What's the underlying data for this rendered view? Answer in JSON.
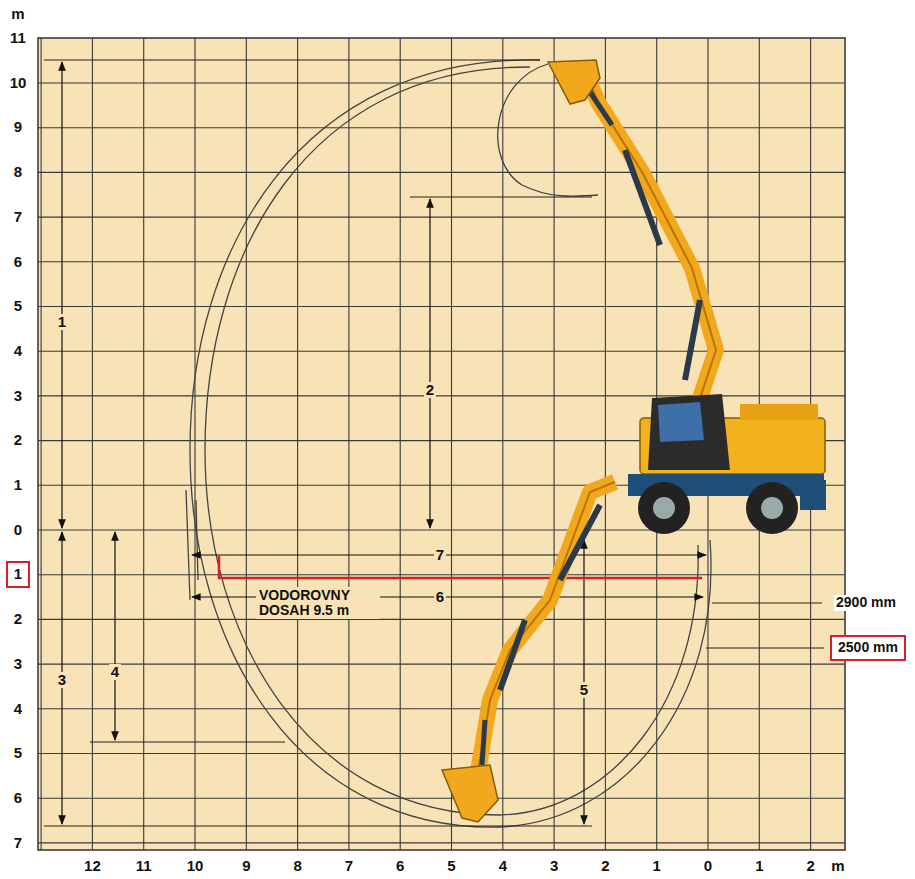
{
  "diagram": {
    "nodes": [
      {
        "text": [
          "1"
        ]
      },
      {
        "text": [
          "2500 mm"
        ]
      }
    ],
    "labels": [
      "m",
      "11",
      "10",
      "9",
      "8",
      "7",
      "6",
      "5",
      "4",
      "3",
      "2",
      "1",
      "0",
      "2",
      "3",
      "4",
      "5",
      "6",
      "7",
      "12",
      "11",
      "10",
      "9",
      "8",
      "7",
      "6",
      "5",
      "4",
      "3",
      "2",
      "1",
      "0",
      "1",
      "2",
      "m",
      "1",
      "2",
      "3",
      "4",
      "5",
      "6",
      "7",
      "VODOROVNY DOSAH 9.5 m",
      "2900 mm"
    ]
  }
}
